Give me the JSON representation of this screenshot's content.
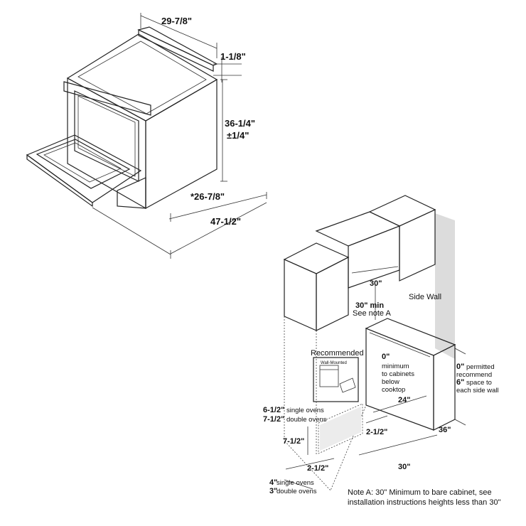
{
  "range": {
    "dim_width": "29-7/8\"",
    "dim_top_thickness": "1-1/8\"",
    "dim_height": "36-1/4\"",
    "dim_height_tol": "±1/4\"",
    "dim_depth": "*26-7/8\"",
    "dim_depth_door_open": "47-1/2\""
  },
  "installation": {
    "dim_cabinet_width": "30\"",
    "dim_min_clearance": "30\" min",
    "see_note_a": "See note A",
    "side_wall": "Side Wall",
    "recommended": "Recommended",
    "wall_mounted": "Wall-Mounted",
    "zero_in": "0\"",
    "min_cabinets_1": "minimum",
    "min_cabinets_2": "to cabinets",
    "min_cabinets_3": "below",
    "min_cabinets_4": "cooktop",
    "zero_permitted_val": "0\"",
    "zero_permitted_txt": "permitted",
    "recommend_txt": "recommend",
    "six_in_val": "6\"",
    "six_in_txt": "space to",
    "each_side_wall": "each side wall",
    "dim_24": "24\"",
    "dim_36": "36\"",
    "dim_2_5_right": "2-1/2\"",
    "dim_2_5_left": "2-1/2\"",
    "dim_30_bottom": "30\"",
    "dim_7_5": "7-1/2\"",
    "single_ovens_val": "6-1/2\"",
    "single_ovens_txt": "single ovens",
    "double_ovens_val": "7-1/2\"",
    "double_ovens_txt": "double ovens",
    "four_in_val": "4\"",
    "four_in_txt": "single ovens",
    "three_in_val": "3\"",
    "three_in_txt": "double ovens",
    "note_a_line1": "Note A: 30\" Minimum to bare cabinet, see",
    "note_a_line2": "installation instructions heights less than 30\""
  }
}
